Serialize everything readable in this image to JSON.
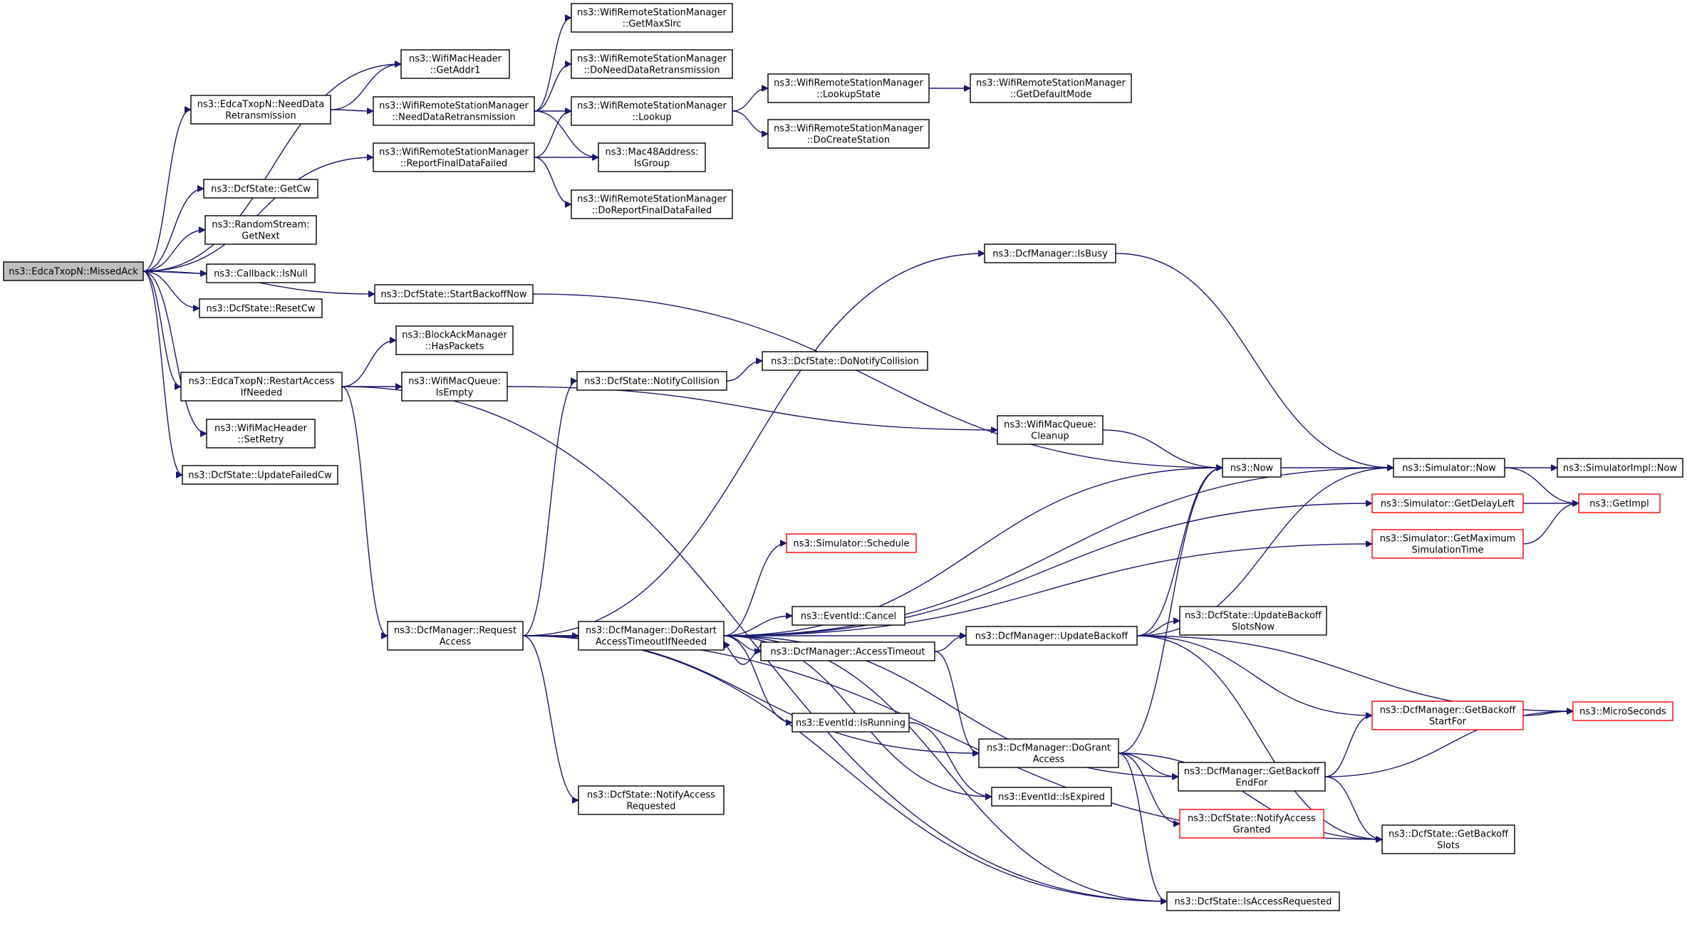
{
  "nodes": [
    {
      "id": "root",
      "lines": [
        "ns3::EdcaTxopN::MissedAck"
      ],
      "root": true
    },
    {
      "id": "getaddr1",
      "lines": [
        "ns3::WifiMacHeader",
        "::GetAddr1"
      ]
    },
    {
      "id": "needdataretx_e",
      "lines": [
        "ns3::EdcaTxopN::NeedData",
        "Retransmission"
      ]
    },
    {
      "id": "needdataretx_w",
      "lines": [
        "ns3::WifiRemoteStationManager",
        "::NeedDataRetransmission"
      ]
    },
    {
      "id": "reportfinal",
      "lines": [
        "ns3::WifiRemoteStationManager",
        "::ReportFinalDataFailed"
      ]
    },
    {
      "id": "getmaxslrc",
      "lines": [
        "ns3::WifiRemoteStationManager",
        "::GetMaxSlrc"
      ]
    },
    {
      "id": "doneeddataretx",
      "lines": [
        "ns3::WifiRemoteStationManager",
        "::DoNeedDataRetransmission"
      ]
    },
    {
      "id": "lookup",
      "lines": [
        "ns3::WifiRemoteStationManager",
        "::Lookup"
      ]
    },
    {
      "id": "isgroup",
      "lines": [
        "ns3::Mac48Address:",
        "IsGroup"
      ]
    },
    {
      "id": "doreportfinal",
      "lines": [
        "ns3::WifiRemoteStationManager",
        "::DoReportFinalDataFailed"
      ]
    },
    {
      "id": "lookupstate",
      "lines": [
        "ns3::WifiRemoteStationManager",
        "::LookupState"
      ]
    },
    {
      "id": "docreatestation",
      "lines": [
        "ns3::WifiRemoteStationManager",
        "::DoCreateStation"
      ]
    },
    {
      "id": "getdefaultmode",
      "lines": [
        "ns3::WifiRemoteStationManager",
        "::GetDefaultMode"
      ]
    },
    {
      "id": "getcw",
      "lines": [
        "ns3::DcfState::GetCw"
      ]
    },
    {
      "id": "getnext",
      "lines": [
        "ns3::RandomStream:",
        "GetNext"
      ]
    },
    {
      "id": "isnull",
      "lines": [
        "ns3::Callback::IsNull"
      ]
    },
    {
      "id": "resetcw",
      "lines": [
        "ns3::DcfState::ResetCw"
      ]
    },
    {
      "id": "startbackoffnow",
      "lines": [
        "ns3::DcfState::StartBackoffNow"
      ]
    },
    {
      "id": "restartaccess",
      "lines": [
        "ns3::EdcaTxopN::RestartAccess",
        "IfNeeded"
      ]
    },
    {
      "id": "setretry",
      "lines": [
        "ns3::WifiMacHeader",
        "::SetRetry"
      ]
    },
    {
      "id": "updatefailedcw",
      "lines": [
        "ns3::DcfState::UpdateFailedCw"
      ]
    },
    {
      "id": "haspackets",
      "lines": [
        "ns3::BlockAckManager",
        "::HasPackets"
      ]
    },
    {
      "id": "isempty",
      "lines": [
        "ns3::WifiMacQueue:",
        "IsEmpty"
      ]
    },
    {
      "id": "isbusy",
      "lines": [
        "ns3::DcfManager::IsBusy"
      ]
    },
    {
      "id": "notifycollision",
      "lines": [
        "ns3::DcfState::NotifyCollision"
      ]
    },
    {
      "id": "donotifycollision",
      "lines": [
        "ns3::DcfState::DoNotifyCollision"
      ]
    },
    {
      "id": "cleanup",
      "lines": [
        "ns3::WifiMacQueue:",
        "Cleanup"
      ]
    },
    {
      "id": "now",
      "lines": [
        "ns3::Now"
      ]
    },
    {
      "id": "simnow",
      "lines": [
        "ns3::Simulator::Now"
      ]
    },
    {
      "id": "simimplnow",
      "lines": [
        "ns3::SimulatorImpl::Now"
      ]
    },
    {
      "id": "getdelayleft",
      "lines": [
        "ns3::Simulator::GetDelayLeft"
      ],
      "red": true
    },
    {
      "id": "getimpl",
      "lines": [
        "ns3::GetImpl"
      ],
      "red": true
    },
    {
      "id": "schedule",
      "lines": [
        "ns3::Simulator::Schedule"
      ],
      "red": true
    },
    {
      "id": "getmaxsimtime",
      "lines": [
        "ns3::Simulator::GetMaximum",
        "SimulationTime"
      ],
      "red": true
    },
    {
      "id": "requestaccess",
      "lines": [
        "ns3::DcfManager::Request",
        "Access"
      ]
    },
    {
      "id": "dorestart",
      "lines": [
        "ns3::DcfManager::DoRestart",
        "AccessTimeoutIfNeeded"
      ]
    },
    {
      "id": "cancel",
      "lines": [
        "ns3::EventId::Cancel"
      ]
    },
    {
      "id": "accesstimeout",
      "lines": [
        "ns3::DcfManager::AccessTimeout"
      ]
    },
    {
      "id": "updatebackoff",
      "lines": [
        "ns3::DcfManager::UpdateBackoff"
      ]
    },
    {
      "id": "updatebackoffslotsnow",
      "lines": [
        "ns3::DcfState::UpdateBackoff",
        "SlotsNow"
      ]
    },
    {
      "id": "getbackoffstartfor",
      "lines": [
        "ns3::DcfManager::GetBackoff",
        "StartFor"
      ],
      "red": true
    },
    {
      "id": "microseconds",
      "lines": [
        "ns3::MicroSeconds"
      ],
      "red": true
    },
    {
      "id": "isrunning",
      "lines": [
        "ns3::EventId::IsRunning"
      ]
    },
    {
      "id": "dograntaccess",
      "lines": [
        "ns3::DcfManager::DoGrant",
        "Access"
      ]
    },
    {
      "id": "getbackoffendfor",
      "lines": [
        "ns3::DcfManager::GetBackoff",
        "EndFor"
      ]
    },
    {
      "id": "isexpired",
      "lines": [
        "ns3::EventId::IsExpired"
      ]
    },
    {
      "id": "notifyaccessrequested",
      "lines": [
        "ns3::DcfState::NotifyAccess",
        "Requested"
      ]
    },
    {
      "id": "notifyaccessgranted",
      "lines": [
        "ns3::DcfState::NotifyAccess",
        "Granted"
      ],
      "red": true
    },
    {
      "id": "getbackoffslots",
      "lines": [
        "ns3::DcfState::GetBackoff",
        "Slots"
      ]
    },
    {
      "id": "isaccessrequested",
      "lines": [
        "ns3::DcfState::IsAccessRequested"
      ]
    }
  ],
  "edges": [
    [
      "root",
      "getaddr1"
    ],
    [
      "root",
      "needdataretx_e"
    ],
    [
      "root",
      "reportfinal"
    ],
    [
      "root",
      "getcw"
    ],
    [
      "root",
      "getnext"
    ],
    [
      "root",
      "isnull"
    ],
    [
      "root",
      "resetcw"
    ],
    [
      "root",
      "startbackoffnow"
    ],
    [
      "root",
      "restartaccess"
    ],
    [
      "root",
      "setretry"
    ],
    [
      "root",
      "updatefailedcw"
    ],
    [
      "needdataretx_e",
      "getaddr1"
    ],
    [
      "needdataretx_e",
      "needdataretx_w"
    ],
    [
      "needdataretx_w",
      "getmaxslrc"
    ],
    [
      "needdataretx_w",
      "doneeddataretx"
    ],
    [
      "needdataretx_w",
      "lookup"
    ],
    [
      "needdataretx_w",
      "isgroup"
    ],
    [
      "reportfinal",
      "lookup"
    ],
    [
      "reportfinal",
      "isgroup"
    ],
    [
      "reportfinal",
      "doreportfinal"
    ],
    [
      "lookup",
      "lookupstate"
    ],
    [
      "lookup",
      "docreatestation"
    ],
    [
      "lookupstate",
      "getdefaultmode"
    ],
    [
      "startbackoffnow",
      "now"
    ],
    [
      "restartaccess",
      "haspackets"
    ],
    [
      "restartaccess",
      "isempty"
    ],
    [
      "restartaccess",
      "requestaccess"
    ],
    [
      "restartaccess",
      "isaccessrequested"
    ],
    [
      "isempty",
      "cleanup"
    ],
    [
      "cleanup",
      "now"
    ],
    [
      "requestaccess",
      "isbusy"
    ],
    [
      "requestaccess",
      "notifycollision"
    ],
    [
      "requestaccess",
      "updatebackoff"
    ],
    [
      "requestaccess",
      "dorestart"
    ],
    [
      "requestaccess",
      "dograntaccess"
    ],
    [
      "requestaccess",
      "notifyaccessrequested"
    ],
    [
      "requestaccess",
      "isaccessrequested"
    ],
    [
      "requestaccess",
      "getbackoffslots"
    ],
    [
      "isbusy",
      "simnow"
    ],
    [
      "notifycollision",
      "donotifycollision"
    ],
    [
      "now",
      "simnow"
    ],
    [
      "simnow",
      "simimplnow"
    ],
    [
      "simnow",
      "getimpl"
    ],
    [
      "getdelayleft",
      "getimpl"
    ],
    [
      "getmaxsimtime",
      "getimpl"
    ],
    [
      "dorestart",
      "simnow"
    ],
    [
      "dorestart",
      "now"
    ],
    [
      "dorestart",
      "getdelayleft"
    ],
    [
      "dorestart",
      "schedule"
    ],
    [
      "dorestart",
      "getmaxsimtime"
    ],
    [
      "dorestart",
      "cancel"
    ],
    [
      "dorestart",
      "accesstimeout"
    ],
    [
      "dorestart",
      "isrunning"
    ],
    [
      "dorestart",
      "getbackoffendfor"
    ],
    [
      "dorestart",
      "isexpired"
    ],
    [
      "dorestart",
      "isaccessrequested"
    ],
    [
      "accesstimeout",
      "updatebackoff"
    ],
    [
      "accesstimeout",
      "dograntaccess"
    ],
    [
      "accesstimeout",
      "dorestart"
    ],
    [
      "updatebackoff",
      "now"
    ],
    [
      "updatebackoff",
      "simnow"
    ],
    [
      "updatebackoff",
      "updatebackoffslotsnow"
    ],
    [
      "updatebackoff",
      "getbackoffstartfor"
    ],
    [
      "updatebackoff",
      "microseconds"
    ],
    [
      "updatebackoff",
      "getbackoffslots"
    ],
    [
      "getbackoffstartfor",
      "microseconds"
    ],
    [
      "dograntaccess",
      "now"
    ],
    [
      "dograntaccess",
      "getbackoffendfor"
    ],
    [
      "dograntaccess",
      "notifyaccessgranted"
    ],
    [
      "dograntaccess",
      "getbackoffslots"
    ],
    [
      "dograntaccess",
      "isaccessrequested"
    ],
    [
      "getbackoffendfor",
      "getbackoffstartfor"
    ],
    [
      "getbackoffendfor",
      "microseconds"
    ],
    [
      "getbackoffendfor",
      "getbackoffslots"
    ],
    [
      "isrunning",
      "isexpired"
    ]
  ]
}
